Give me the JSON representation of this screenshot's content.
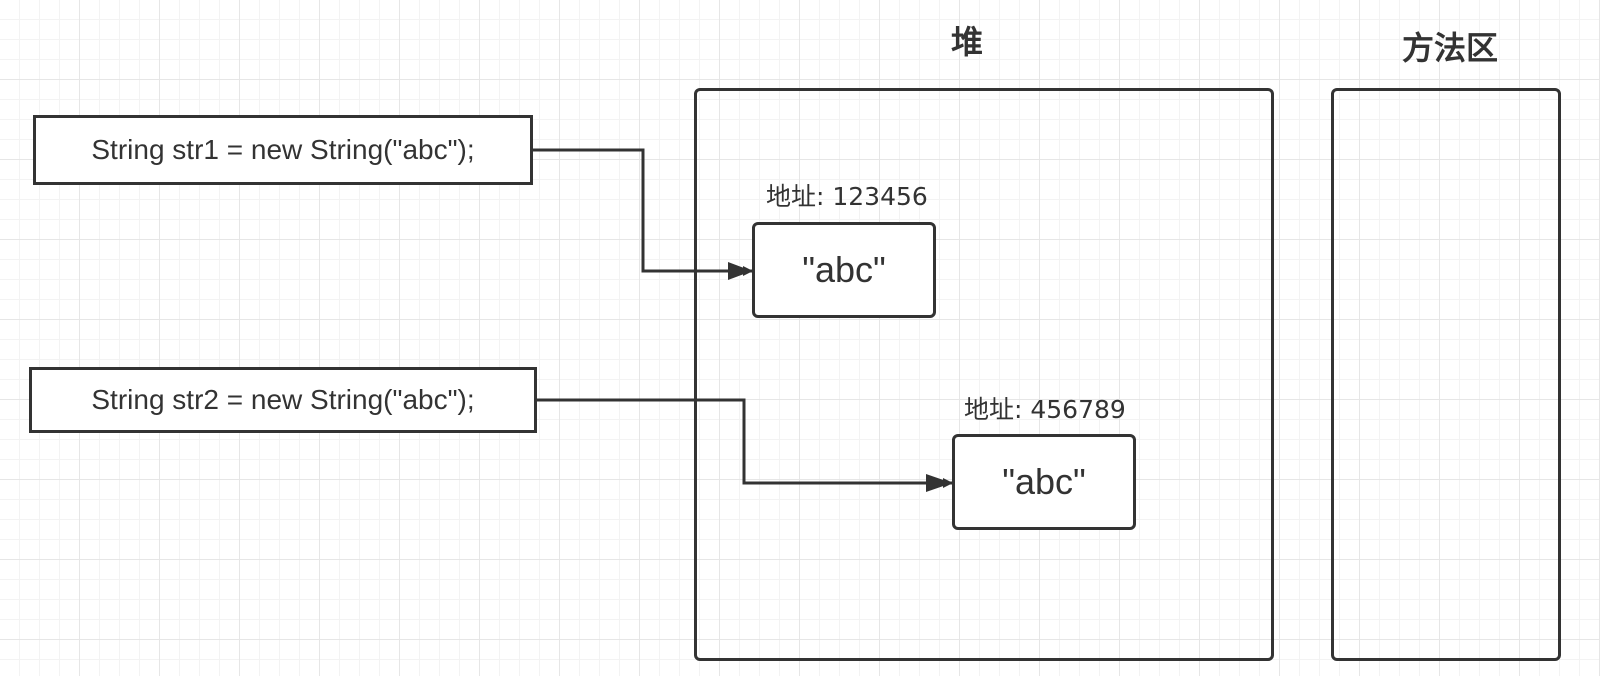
{
  "regions": {
    "heap": {
      "title": "堆"
    },
    "method_area": {
      "title": "方法区"
    }
  },
  "statements": [
    {
      "code": "String str1 = new String(\"abc\");"
    },
    {
      "code": "String str2 = new String(\"abc\");"
    }
  ],
  "heap_objects": [
    {
      "address_label": "地址: 123456",
      "value": "\"abc\""
    },
    {
      "address_label": "地址: 456789",
      "value": "\"abc\""
    }
  ],
  "colors": {
    "stroke": "#333333",
    "grid_major": "#e6e6e6",
    "grid_minor": "#f3f3f3",
    "background": "#ffffff"
  }
}
